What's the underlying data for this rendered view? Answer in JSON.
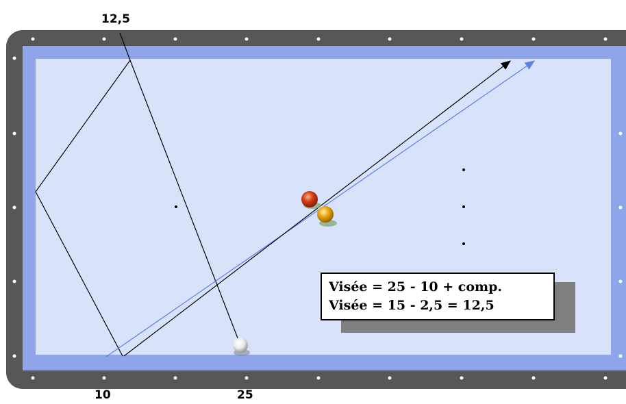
{
  "diagram": {
    "top_diamond_label": "12,5",
    "bottom_labels": [
      "10",
      "25"
    ],
    "callout_lines": [
      "Visée = 25 - 10 + comp.",
      "Visée = 15 - 2,5 = 12,5"
    ],
    "colors": {
      "cloth": "#d8e2fb",
      "cushion": "#8fa5ea",
      "rail": "#575757",
      "diamond": "#ffffff",
      "shot_line": "#000000",
      "aim_line": "#5b7fe3",
      "ball_red": "#d23c12",
      "ball_yellow": "#e9a50d",
      "ball_white": "#f2f2f2"
    },
    "balls": [
      {
        "name": "red-ball",
        "color": "red"
      },
      {
        "name": "yellow-ball",
        "color": "yellow"
      },
      {
        "name": "cue-ball",
        "color": "white"
      }
    ]
  }
}
